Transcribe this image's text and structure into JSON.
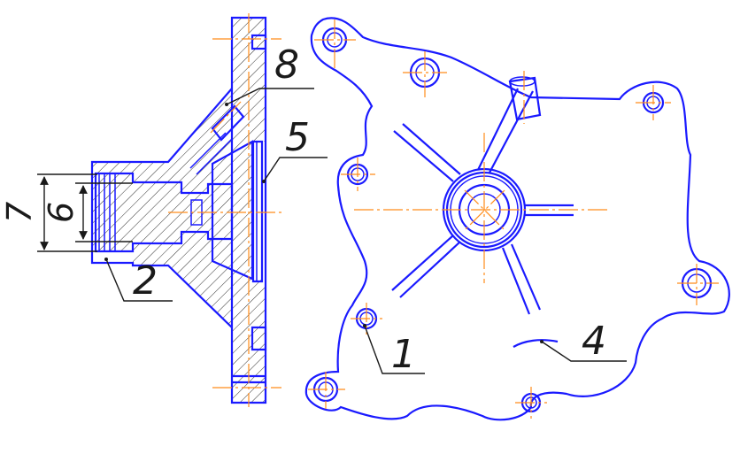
{
  "drawing": {
    "colors": {
      "outline": "#1a1aff",
      "axis": "#ff8c1a",
      "leader": "#1a1a1a"
    },
    "callouts": [
      {
        "id": "1",
        "text": "1"
      },
      {
        "id": "2",
        "text": "2"
      },
      {
        "id": "4",
        "text": "4"
      },
      {
        "id": "5",
        "text": "5"
      },
      {
        "id": "8",
        "text": "8"
      }
    ],
    "dimensions": [
      {
        "id": "7",
        "text": "7"
      },
      {
        "id": "6",
        "text": "6"
      }
    ]
  }
}
